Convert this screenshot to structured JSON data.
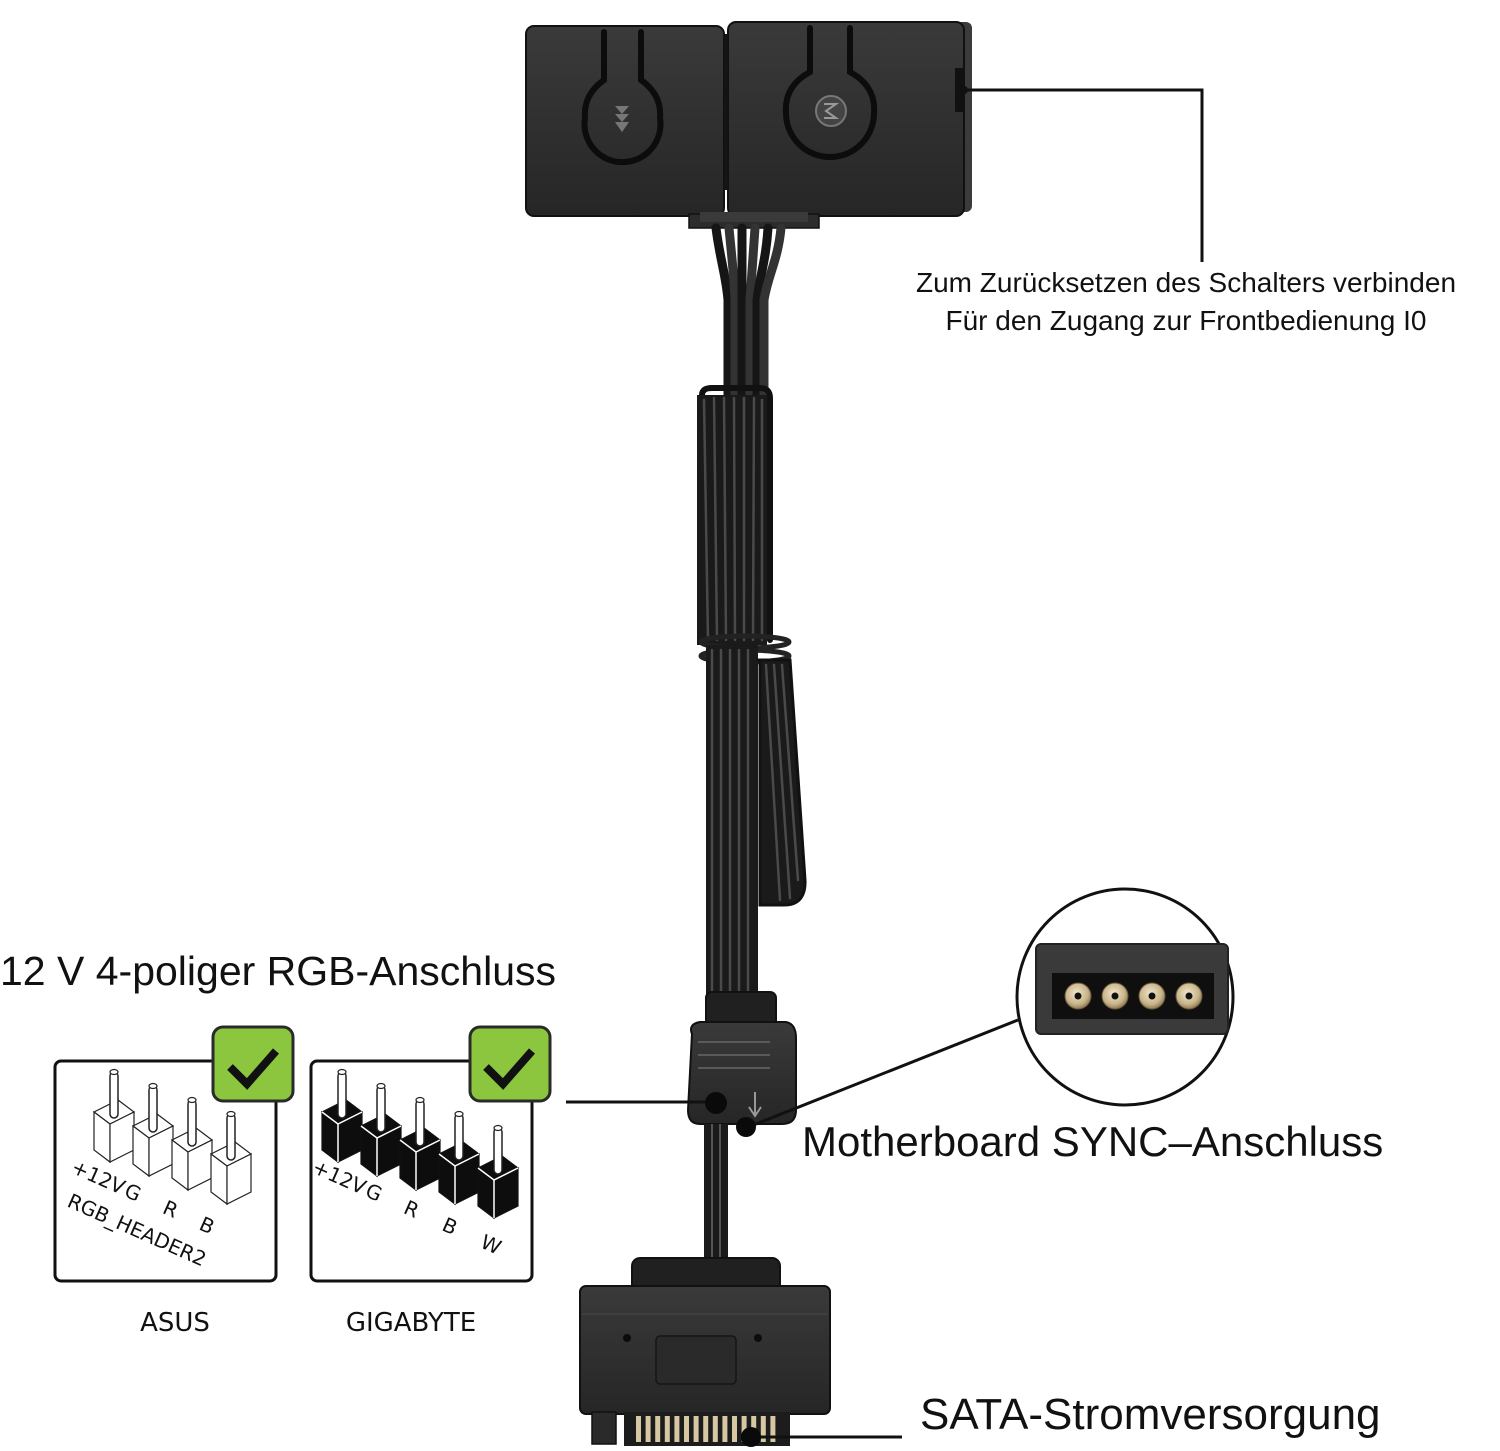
{
  "callouts": {
    "reset_line1": "Zum Zurücksetzen des Schalters verbinden",
    "reset_line2": "Für den Zugang zur Frontbedienung I0",
    "rgb_title": "12 V 4-poliger RGB-Anschluss",
    "sync": "Motherboard SYNC–Anschluss",
    "sata": "SATA-Stromversorgung"
  },
  "controller": {
    "left_button_icon": "triple-down-arrow-icon",
    "right_button_icon": "mode-m-icon"
  },
  "headers": [
    {
      "brand": "ASUS",
      "pins": [
        "+12V",
        "G",
        "R",
        "B"
      ],
      "header_name": "RGB_HEADER2",
      "pin_style": "outline",
      "compatible": true
    },
    {
      "brand": "GIGABYTE",
      "pins": [
        "+12V",
        "G",
        "R",
        "B",
        "W"
      ],
      "pin_style": "filled",
      "compatible": true
    }
  ],
  "colors": {
    "check_badge": "#8cc63f",
    "device_body": "#2b2b2b",
    "pin_gold": "#d8c7a3"
  }
}
